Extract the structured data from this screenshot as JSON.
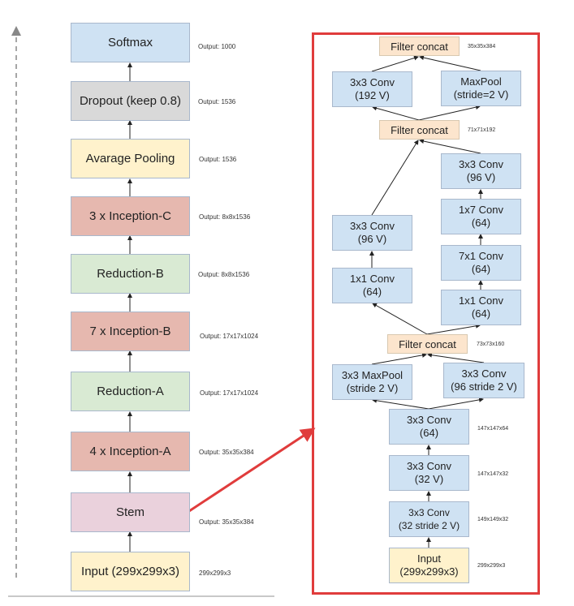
{
  "overview": {
    "blocks": [
      {
        "label": "Softmax",
        "output": "Output: 1000"
      },
      {
        "label": "Dropout (keep 0.8)",
        "output": "Output: 1536"
      },
      {
        "label": "Avarage Pooling",
        "output": "Output: 1536"
      },
      {
        "label": "3 x Inception-C",
        "output": "Output: 8x8x1536"
      },
      {
        "label": "Reduction-B",
        "output": "Output: 8x8x1536"
      },
      {
        "label": "7 x Inception-B",
        "output": "Output: 17x17x1024"
      },
      {
        "label": "Reduction-A",
        "output": "Output: 17x17x1024"
      },
      {
        "label": "4 x Inception-A",
        "output": "Output: 35x35x384"
      },
      {
        "label": "Stem",
        "output": "Output: 35x35x384"
      },
      {
        "label": "Input (299x299x3)",
        "output": "299x299x3"
      }
    ]
  },
  "stem": {
    "fc1": {
      "label": "Filter concat",
      "output": "35x35x384"
    },
    "conv192": "3x3 Conv\n(192 V)",
    "maxpool2": "MaxPool\n(stride=2 V)",
    "fc2": {
      "label": "Filter concat",
      "output": "71x71x192"
    },
    "r_conv96": "3x3 Conv\n(96 V)",
    "conv1x7": "1x7 Conv\n(64)",
    "conv7x1": "7x1 Conv\n(64)",
    "r_conv1x1": "1x1 Conv\n(64)",
    "l_conv96": "3x3 Conv\n(96 V)",
    "l_conv1x1": "1x1 Conv\n(64)",
    "fc3": {
      "label": "Filter concat",
      "output": "73x73x160"
    },
    "maxpool3": "3x3 MaxPool\n(stride 2 V)",
    "conv96s": "3x3 Conv\n(96 stride 2 V)",
    "conv64": {
      "label": "3x3 Conv\n(64)",
      "output": "147x147x64"
    },
    "conv32": {
      "label": "3x3 Conv\n(32 V)",
      "output": "147x147x32"
    },
    "conv32s": {
      "label": "3x3 Conv\n(32 stride 2 V)",
      "output": "149x149x32"
    },
    "input": {
      "label": "Input\n(299x299x3)",
      "output": "299x299x3"
    }
  },
  "colors": {
    "highlight": "#e03c3c",
    "conv": "#cfe2f3",
    "concat": "#fce5cd",
    "inception": "#e6b8af",
    "reduction": "#d9ead3",
    "stem": "#ead1dc",
    "pool": "#fff2cc",
    "dropout": "#d9d9d9"
  }
}
